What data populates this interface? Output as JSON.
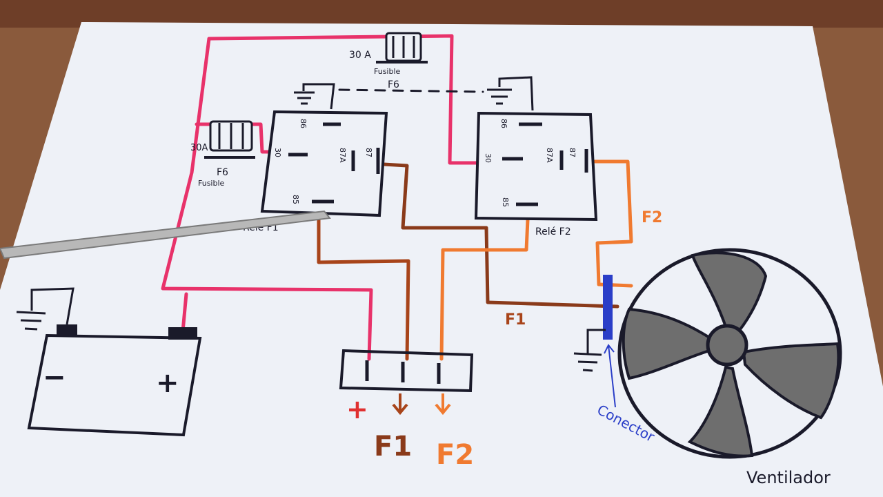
{
  "fuse_top": {
    "rating": "30 A",
    "word": "Fusible",
    "name": "F6"
  },
  "fuse_left": {
    "rating": "30A",
    "word": "Fusible",
    "name": "F6"
  },
  "relay1": {
    "name": "Rele F1",
    "pins": {
      "p86": "86",
      "p30": "30",
      "p87": "87",
      "p87a": "87A",
      "p85": "85"
    }
  },
  "relay2": {
    "name": "Relé F2",
    "pins": {
      "p86": "86",
      "p30": "30",
      "p87": "87",
      "p87a": "87A",
      "p85": "85"
    }
  },
  "battery": {
    "minus": "−",
    "plus": "+"
  },
  "wire_labels": {
    "f1": "F1",
    "f2": "F2"
  },
  "outputs": {
    "plus": "+",
    "f1": "F1",
    "f2": "F2"
  },
  "connector_label": "Conector",
  "fan_label": "Ventilador",
  "colors": {
    "paper": "#eef1f7",
    "ink": "#1a1a2a",
    "power_red": "#e8326a",
    "orange": "#f07a30",
    "dark_brown": "#8a3a1a",
    "blue_connector": "#2a3ec8",
    "fan_gray": "#6e6e6e"
  }
}
